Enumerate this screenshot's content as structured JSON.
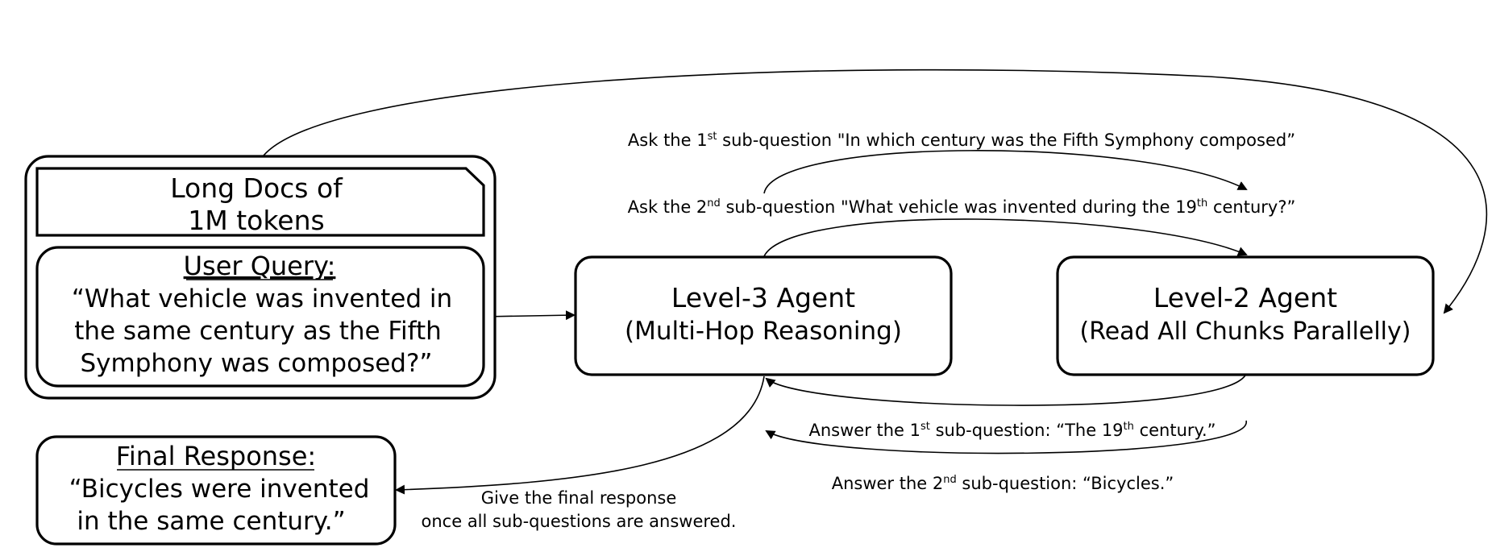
{
  "input": {
    "docs_line1": "Long Docs of",
    "docs_line2": "1M tokens",
    "query_title": "User Query:",
    "query_line1": "“What vehicle was invented in",
    "query_line2": "the same century as the Fifth",
    "query_line3": "Symphony was composed?”"
  },
  "level3": {
    "title": "Level-3 Agent",
    "subtitle": "(Multi-Hop Reasoning)"
  },
  "level2": {
    "title": "Level-2 Agent",
    "subtitle": "(Read All Chunks Parallelly)"
  },
  "final": {
    "title": "Final Response:",
    "line1": "“Bicycles were invented",
    "line2": "in the same century.”"
  },
  "edges": {
    "ask1": {
      "prefix": "Ask the 1",
      "sup": "st",
      "rest": " sub-question \"In which century was the Fifth Symphony composed”"
    },
    "ask2": {
      "prefix": "Ask the 2",
      "sup": "nd",
      "rest_a": " sub-question \"What vehicle was invented during the 19",
      "sup2": "th",
      "rest_b": " century?”"
    },
    "ans1": {
      "prefix": "Answer the 1",
      "sup": "st",
      "mid": " sub-question:  “The 19",
      "sup2": "th",
      "rest": " century.”"
    },
    "ans2": {
      "prefix": "Answer the 2",
      "sup": "nd",
      "rest": " sub-question:  “Bicycles.”"
    },
    "final_line1": "Give the final response",
    "final_line2": "once all sub-questions are answered."
  }
}
